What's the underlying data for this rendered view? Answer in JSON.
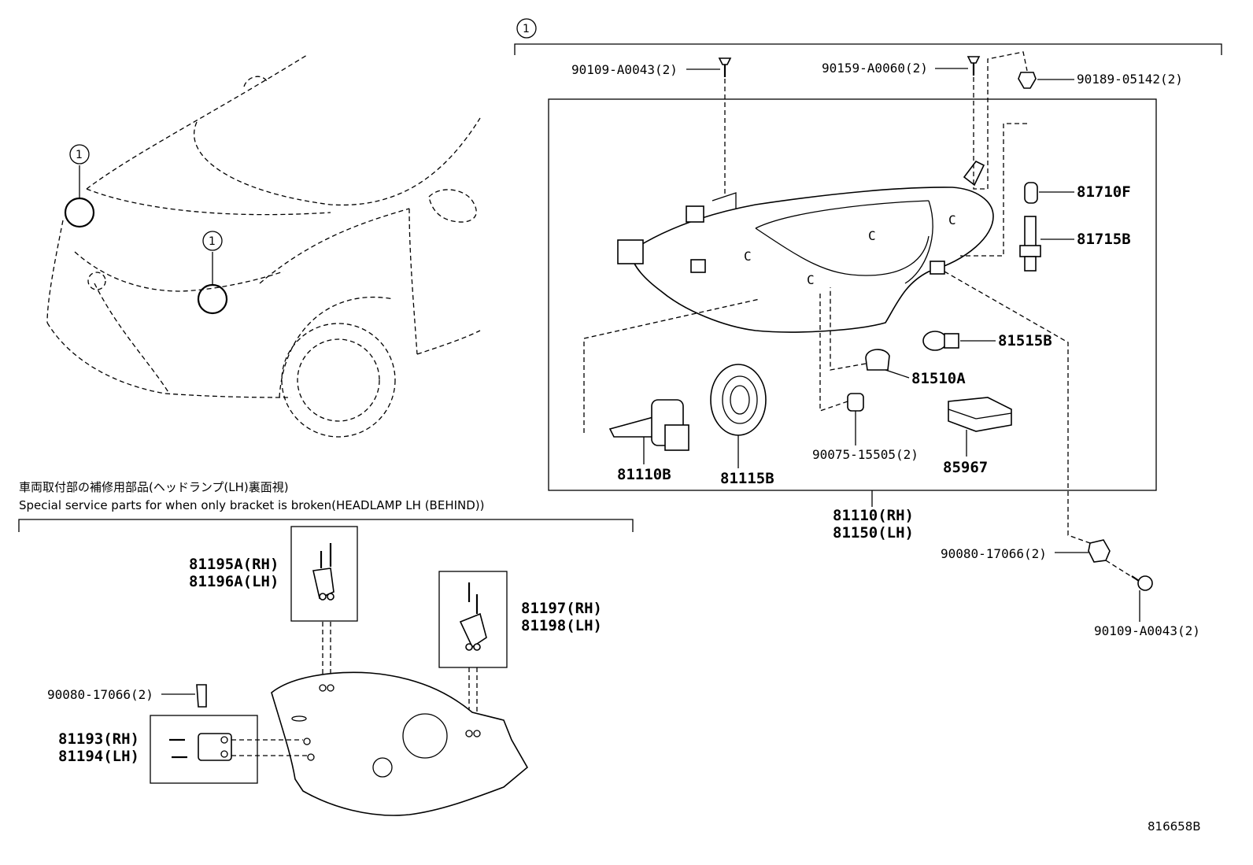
{
  "diagram_id": "816658B",
  "ref_marker": "1",
  "caption": {
    "japanese": "車両取付部の補修用部品(ヘッドランプ(LH)裏面視)",
    "english": "Special service parts for when only bracket is broken(HEADLAMP LH (BEHIND))"
  },
  "assembly": {
    "line1": "81110(RH)",
    "line2": "81150(LH)"
  },
  "parts": {
    "screw_top_left": "90109-A0043(2)",
    "screw_top_mid": "90159-A0060(2)",
    "clip_top_right": "90189-05142(2)",
    "bulb_81710f": "81710F",
    "socket_81715b": "81715B",
    "socket_81515b": "81515B",
    "bulb_81510a": "81510A",
    "cap_90075": "90075-15505(2)",
    "module_85967": "85967",
    "bulb_81110b": "81110B",
    "cover_81115b": "81115B",
    "nut_right": "90080-17066(2)",
    "bolt_right": "90109-A0043(2)",
    "bracket_a_rh": "81195A(RH)",
    "bracket_a_lh": "81196A(LH)",
    "bracket_b_rh": "81197(RH)",
    "bracket_b_lh": "81198(LH)",
    "nut_left": "90080-17066(2)",
    "bracket_c_rh": "81193(RH)",
    "bracket_c_lh": "81194(LH)"
  }
}
